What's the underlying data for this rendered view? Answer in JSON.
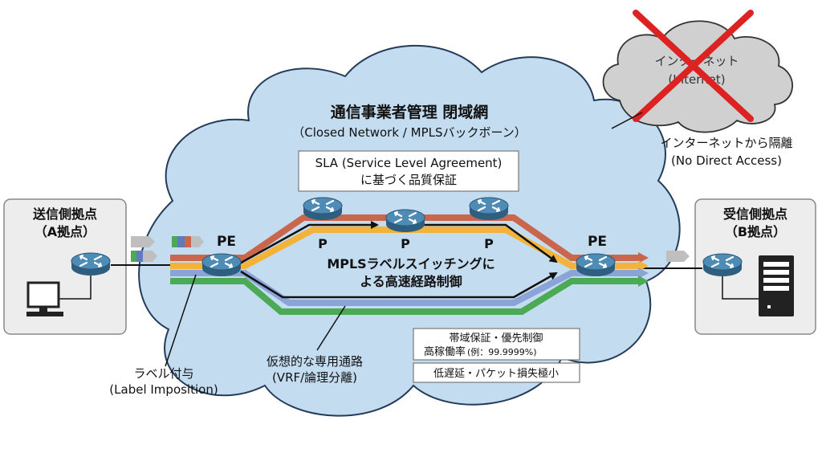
{
  "cloud": {
    "title": "通信事業者管理 閉域網",
    "subtitle": "（Closed Network / MPLSバックボーン）"
  },
  "sla": {
    "line1": "SLA (Service Level Agreement)",
    "line2": "に基づく品質保証"
  },
  "sender": {
    "line1": "送信側拠点",
    "line2": "（A拠点）"
  },
  "receiver": {
    "line1": "受信側拠点",
    "line2": "（B拠点）"
  },
  "routers": {
    "pe_left": "PE",
    "pe_right": "PE",
    "p1": "P",
    "p2": "P",
    "p3": "P"
  },
  "switching": {
    "line1": "MPLSラベルスイッチングに",
    "line2": "よる高速経路制御"
  },
  "label_imposition": {
    "line1": "ラベル付与",
    "line2": "(Label Imposition)"
  },
  "vrf": {
    "line1": "仮想的な専用通路",
    "line2": "(VRF/論理分離)"
  },
  "qos_box": {
    "line1": "帯域保証・優先制御",
    "line2_main": "高稼働率",
    "line2_note": "(例：99.9999%)"
  },
  "latency_box": {
    "text": "低遅延・パケット損失極小"
  },
  "internet": {
    "line1": "インターネット",
    "line2": "(Internet)",
    "isolation1": "インターネットから隔離",
    "isolation2": "(No Direct Access)"
  },
  "colors": {
    "cloud_fill": "#c4dcf0",
    "cloud_stroke": "#243b5a",
    "path_red": "#c9664c",
    "path_orange": "#f2b338",
    "path_blue": "#8aa4d8",
    "path_green": "#4caa55",
    "router": "#3f7aa0",
    "cross": "#dd2222"
  }
}
